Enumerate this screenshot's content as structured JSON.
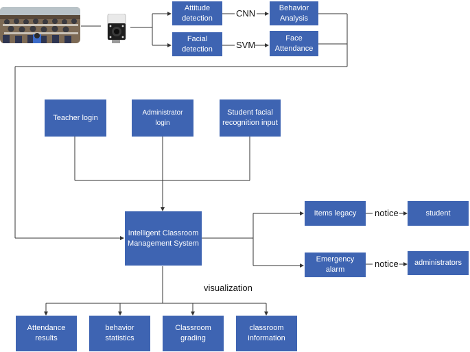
{
  "diagram": {
    "capture": {
      "photo_icon": "classroom-photo",
      "camera_icon": "camera-icon"
    },
    "pipeline": {
      "attitude_detection": "Attitude\ndetection",
      "facial_detection": "Facial\ndetection",
      "cnn": "CNN",
      "svm": "SVM",
      "behavior_analysis": "Behavior\nAnalysis",
      "face_attendance": "Face\nAttendance"
    },
    "logins": {
      "teacher": "Teacher login",
      "administrator": "Administrator login",
      "student": "Student facial\nrecognition input"
    },
    "system": "Intelligent Classroom\nManagement System",
    "notifications": {
      "items_legacy": "Items legacy",
      "emergency_alarm": "Emergency alarm",
      "notice_1": "notice",
      "notice_2": "notice",
      "student": "student",
      "administrators": "administrators"
    },
    "visualization": {
      "label": "visualization",
      "outputs": [
        "Attendance\nresults",
        "behavior statistics",
        "Classroom\ngrading",
        "classroom\ninformation"
      ]
    },
    "colors": {
      "box": "#3e64b2",
      "line": "#333333"
    }
  }
}
